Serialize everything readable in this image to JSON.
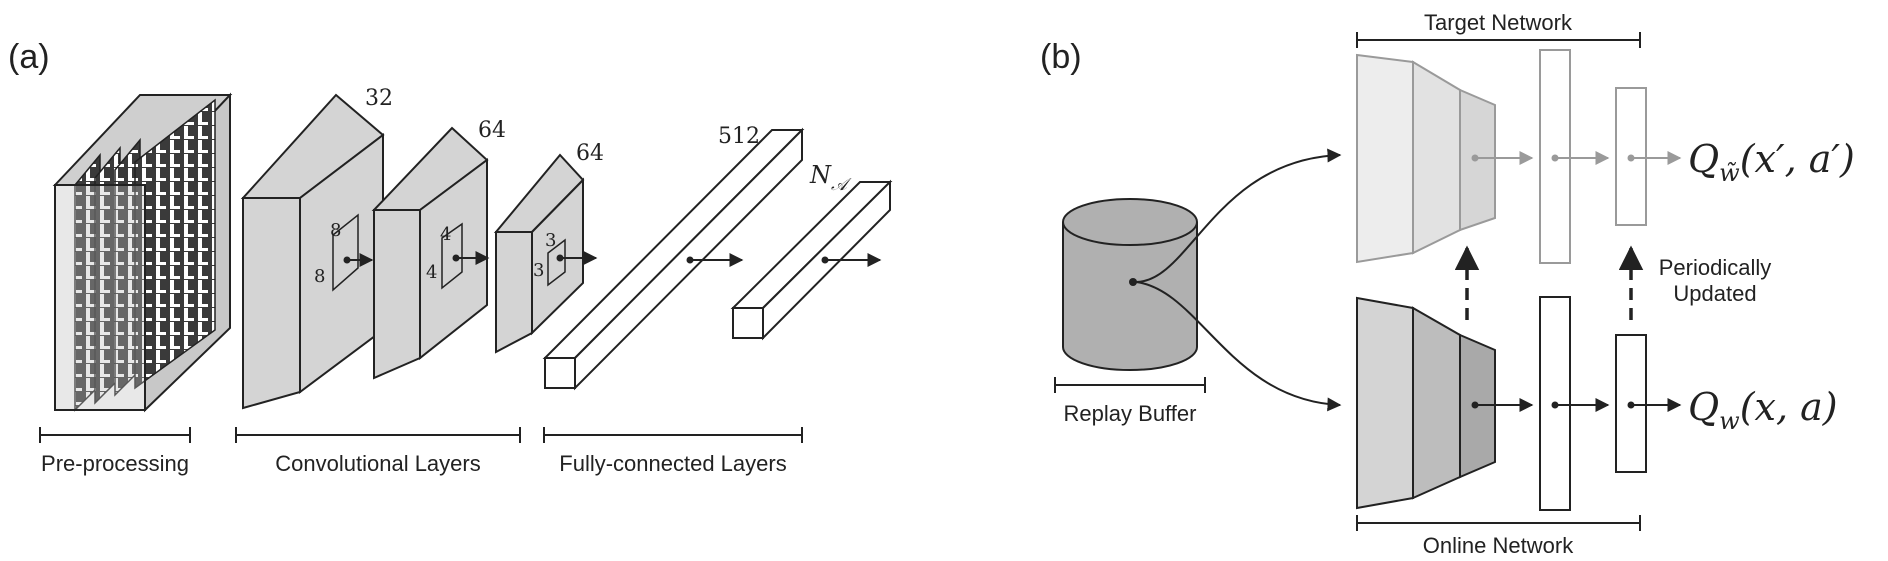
{
  "panel_a": {
    "label": "(a)",
    "stage_labels": {
      "preprocessing": "Pre-processing",
      "conv": "Convolutional Layers",
      "fc": "Fully-connected Layers"
    },
    "conv_layers": [
      {
        "channels": "32",
        "kernel": "8"
      },
      {
        "channels": "64",
        "kernel": "4"
      },
      {
        "channels": "64",
        "kernel": "3"
      }
    ],
    "fc_layers": [
      {
        "units": "512"
      },
      {
        "units_symbol": "N",
        "units_subscript": "𝒜"
      }
    ]
  },
  "panel_b": {
    "label": "(b)",
    "replay_buffer": "Replay Buffer",
    "target_network": "Target Network",
    "online_network": "Online Network",
    "update_note": [
      "Periodically",
      "Updated"
    ],
    "target_output": {
      "q": "Q",
      "sub": "w̃",
      "args": "(x′, a′)"
    },
    "online_output": {
      "q": "Q",
      "sub": "w",
      "args": "(x, a)"
    }
  },
  "colors": {
    "stroke": "#222222",
    "fill_light": "#d4d4d4",
    "fill_mid": "#bdbdbd",
    "fill_dark": "#a9a9a9",
    "faded_stroke": "#9a9a9a",
    "cylinder": "#b0b0b0",
    "frame_dark": "#3a3a3a"
  }
}
